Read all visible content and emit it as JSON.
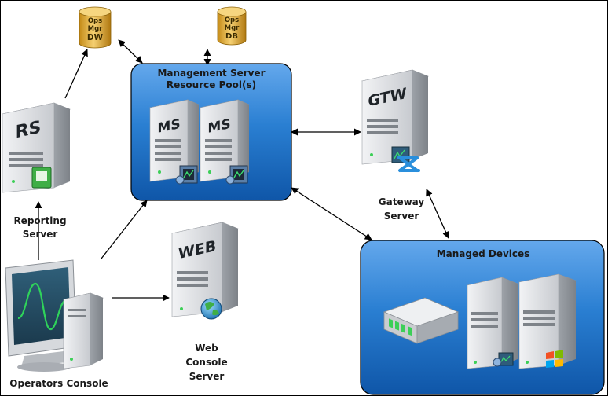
{
  "nodes": {
    "dw_db": {
      "line1": "Ops",
      "line2": "Mgr",
      "line3": "DW"
    },
    "ops_db": {
      "line1": "Ops",
      "line2": "Mgr",
      "line3": "DB"
    },
    "reporting": {
      "tag": "RS",
      "label1": "Reporting",
      "label2": "Server"
    },
    "ms_pool": {
      "title1": "Management Server",
      "title2": "Resource Pool(s)",
      "server_tag": "MS"
    },
    "gateway": {
      "tag": "GTW",
      "label1": "Gateway",
      "label2": "Server"
    },
    "web": {
      "tag": "WEB",
      "label1": "Web",
      "label2": "Console",
      "label3": "Server"
    },
    "console": {
      "label": "Operators Console"
    },
    "managed": {
      "title": "Managed Devices"
    }
  },
  "colors": {
    "pool_blue": "#1f6fc2",
    "db_gold": "#e6b23a",
    "server_gray": "#c9ccd0",
    "screen_green": "#2fd35a"
  }
}
